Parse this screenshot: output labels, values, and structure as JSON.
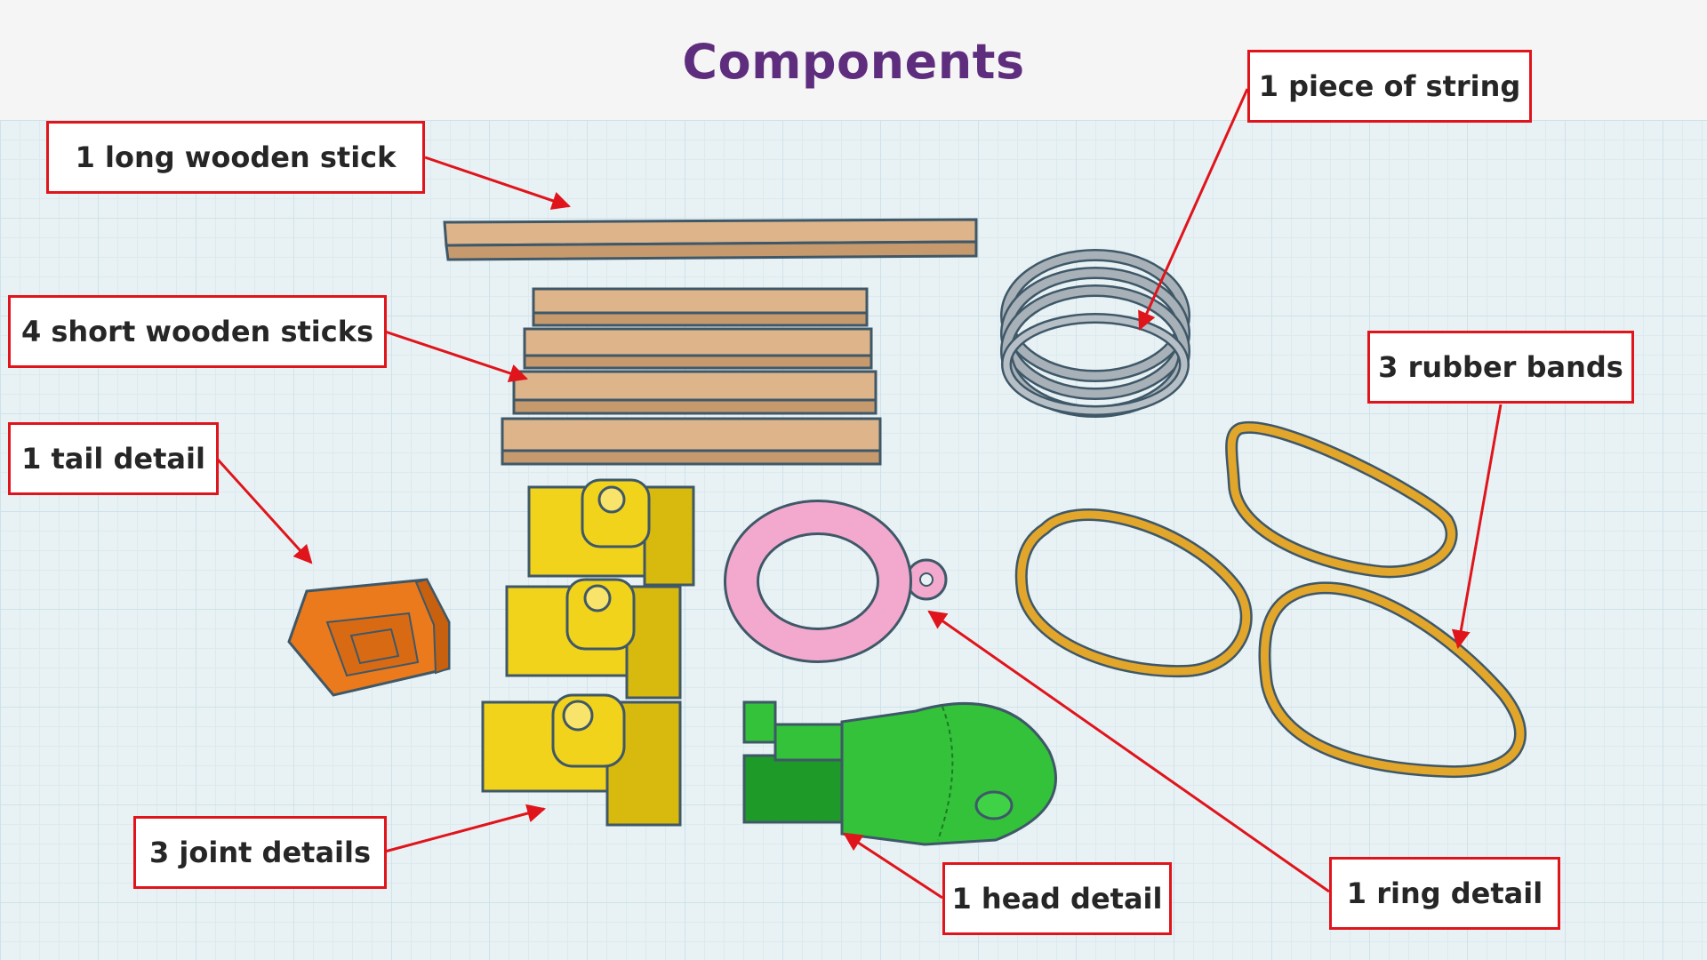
{
  "title": "Components",
  "labels": {
    "long_stick": "1 long wooden stick",
    "short_sticks": "4 short wooden sticks",
    "tail": "1 tail detail",
    "joints": "3 joint details",
    "head": "1 head detail",
    "ring": "1 ring detail",
    "string": "1 piece of string",
    "rubber_bands": "3 rubber bands"
  },
  "colors": {
    "title": "#5e2d7e",
    "callout": "#e0141b",
    "wood": "#deb48a",
    "string": "#a9b1b8",
    "tail": "#ea7a1c",
    "joint": "#f2d31b",
    "ring": "#f3a9cd",
    "head": "#33c23a",
    "rubber": "#e2a62a"
  }
}
